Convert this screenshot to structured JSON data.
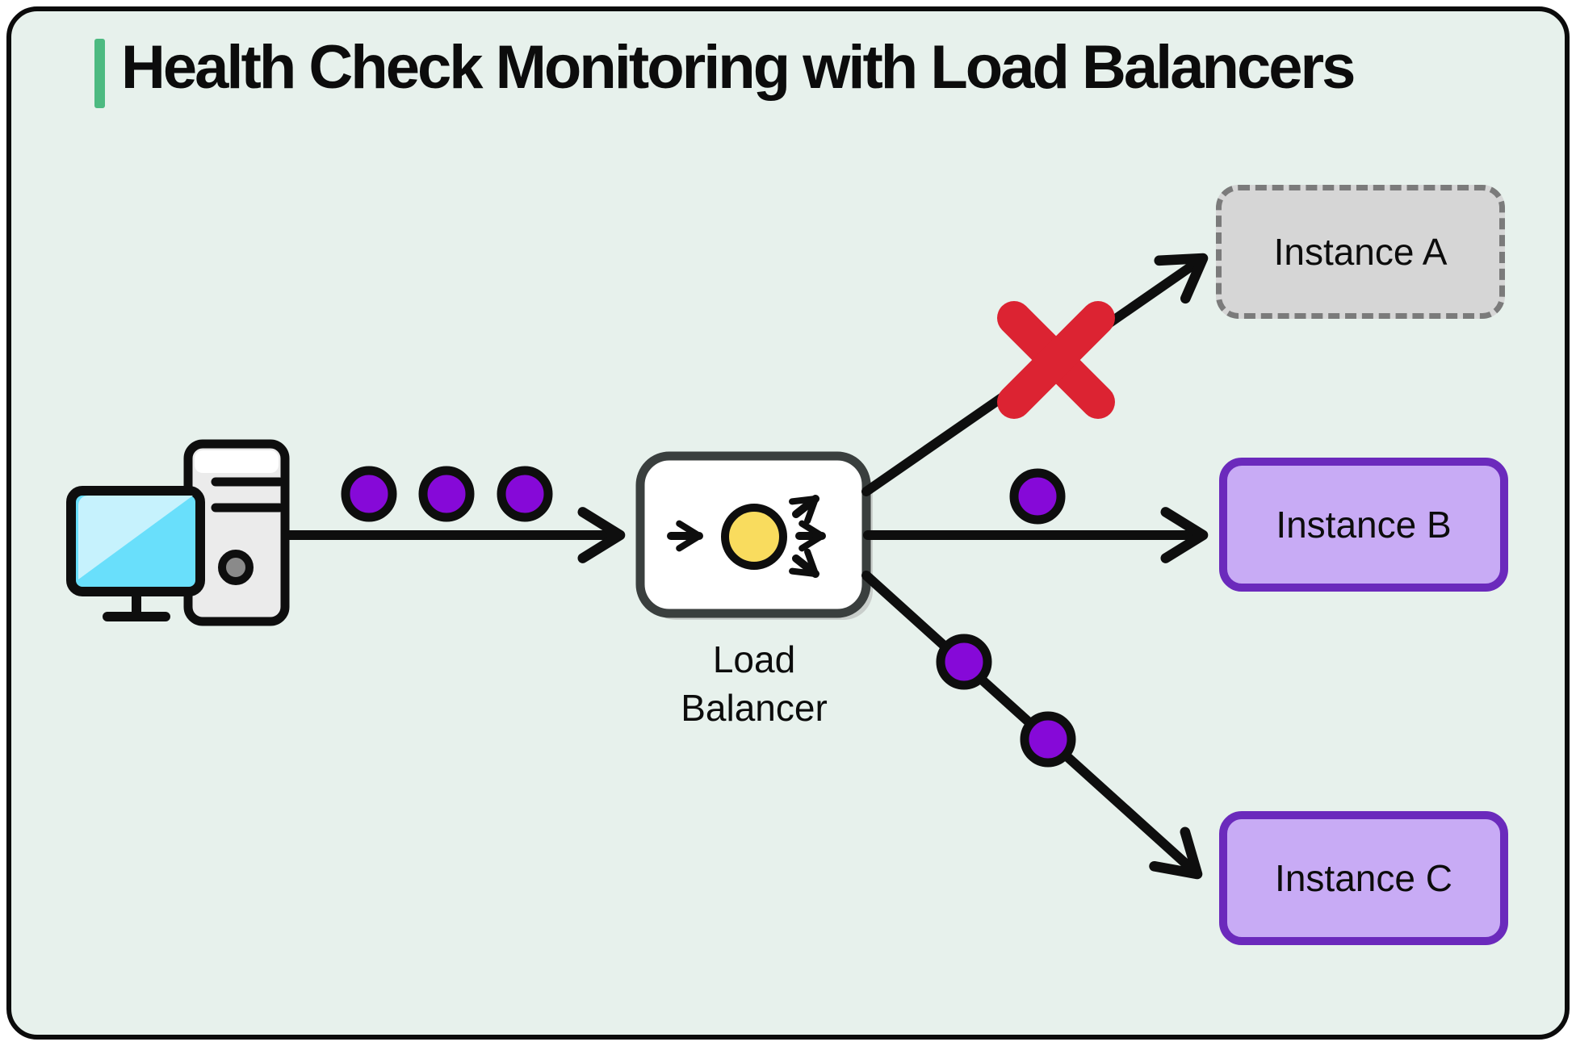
{
  "title": "Health Check Monitoring with Load Balancers",
  "colors": {
    "canvas_bg": "#e7f1ec",
    "accent_green": "#4dba81",
    "outline_black": "#0e0e0e",
    "request_purple": "#8609d8",
    "healthy_fill": "#c8abf5",
    "healthy_border": "#6b2abc",
    "unhealthy_fill": "#d6d6d6",
    "unhealthy_border": "#7b7b7b",
    "error_red": "#dc2332",
    "lb_yellow": "#f9dc5e",
    "lb_border": "#3a3f3e",
    "monitor_screen": "#69dffb",
    "monitor_screen_light": "#c6f2fd"
  },
  "client": {
    "icon": "desktop-computer-icon"
  },
  "load_balancer": {
    "label": "Load Balancer",
    "icon": "load-balancer-distribution-icon"
  },
  "instances": [
    {
      "id": "A",
      "label": "Instance A",
      "status": "unhealthy"
    },
    {
      "id": "B",
      "label": "Instance B",
      "status": "healthy"
    },
    {
      "id": "C",
      "label": "Instance C",
      "status": "healthy"
    }
  ],
  "traffic": {
    "incoming_request_dots": 3,
    "dots_to_instance_b": 1,
    "dots_to_instance_c": 2,
    "failed_health_check_marker_icon": "error-x-icon"
  }
}
